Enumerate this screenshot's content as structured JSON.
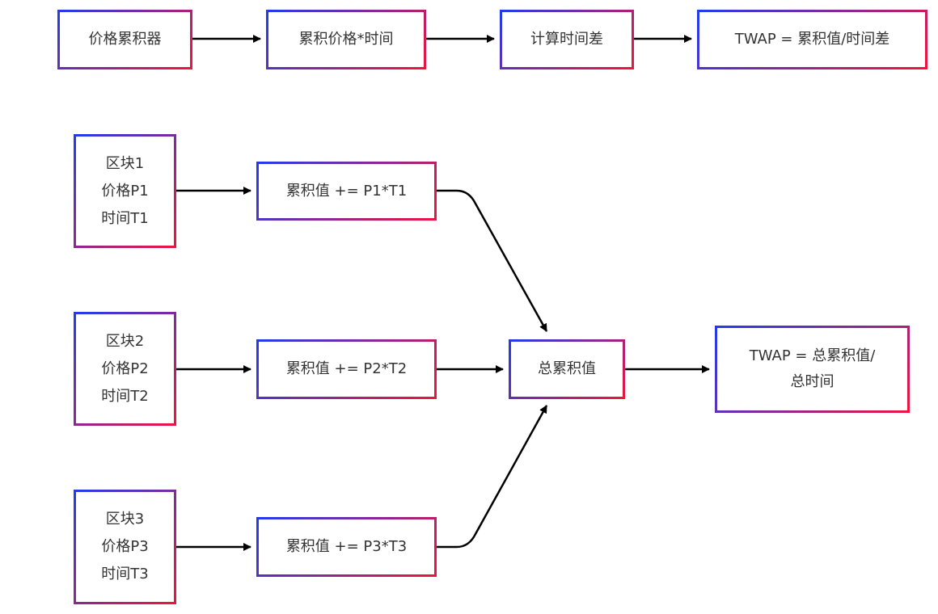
{
  "colors": {
    "gradient_start": "#1e3cf0",
    "gradient_end": "#f0143c",
    "edge": "#000000",
    "text": "#333333"
  },
  "top_flow": {
    "accumulator": "价格累积器",
    "multiply": "累积价格*时间",
    "time_diff": "计算时间差",
    "twap": "TWAP = 累积值/时间差"
  },
  "blocks": [
    {
      "block": "区块1",
      "price": "价格P1",
      "time": "时间T1",
      "accumulate": "累积值 += P1*T1"
    },
    {
      "block": "区块2",
      "price": "价格P2",
      "time": "时间T2",
      "accumulate": "累积值 += P2*T2"
    },
    {
      "block": "区块3",
      "price": "价格P3",
      "time": "时间T3",
      "accumulate": "累积值 += P3*T3"
    }
  ],
  "total": "总累积值",
  "result": {
    "line1": "TWAP = 总累积值/",
    "line2": "总时间"
  },
  "edges": [
    {
      "from": "accumulator",
      "to": "multiply"
    },
    {
      "from": "multiply",
      "to": "time_diff"
    },
    {
      "from": "time_diff",
      "to": "twap"
    },
    {
      "from": "block-1",
      "to": "accumulate-1"
    },
    {
      "from": "block-2",
      "to": "accumulate-2"
    },
    {
      "from": "block-3",
      "to": "accumulate-3"
    },
    {
      "from": "accumulate-1",
      "to": "total"
    },
    {
      "from": "accumulate-2",
      "to": "total"
    },
    {
      "from": "accumulate-3",
      "to": "total"
    },
    {
      "from": "total",
      "to": "result"
    }
  ]
}
